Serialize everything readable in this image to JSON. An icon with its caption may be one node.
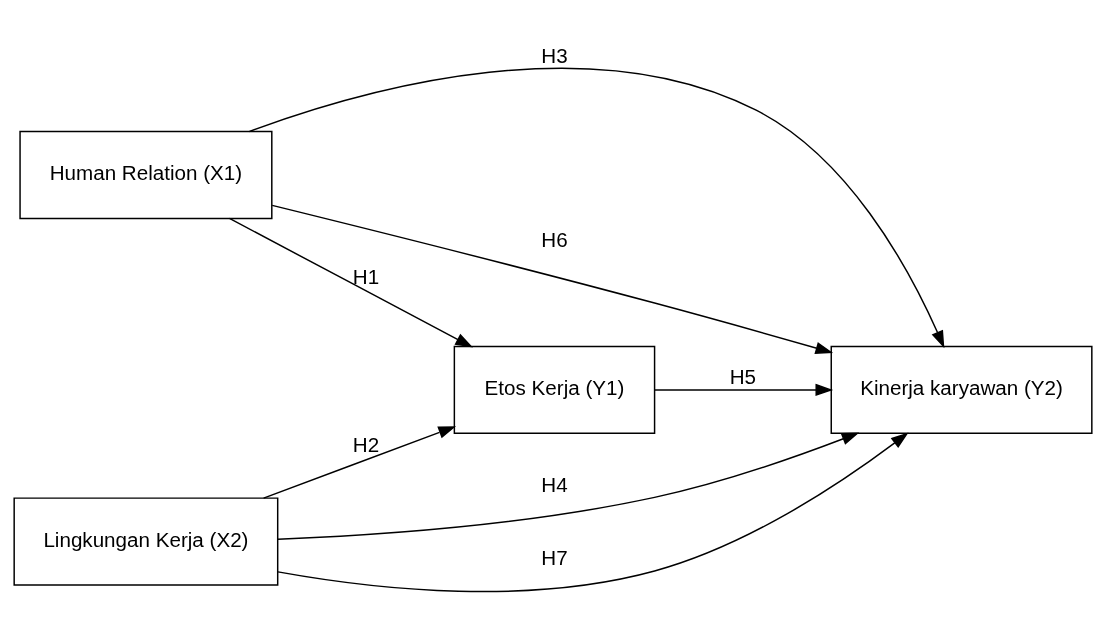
{
  "diagram": {
    "nodes": [
      {
        "text": [
          "Human Relation (X1)"
        ]
      },
      {
        "text": [
          "Lingkungan Kerja (X2)"
        ]
      },
      {
        "text": [
          "Kinerja karyawan (Y2)"
        ]
      },
      {
        "text": [
          "Etos Kerja (Y1)"
        ]
      }
    ],
    "edges": [
      {
        "from": 0,
        "to": 3,
        "arrow": "to",
        "label": "H1"
      },
      {
        "from": 0,
        "to": 2,
        "arrow": "to",
        "label": "H3"
      },
      {
        "from": 0,
        "to": 2,
        "arrow": "to",
        "label": "H6"
      },
      {
        "from": 1,
        "to": 2,
        "arrow": "to",
        "label": "H4"
      },
      {
        "from": 1,
        "to": 3,
        "arrow": "to",
        "label": "H2"
      },
      {
        "from": 1,
        "to": 2,
        "arrow": "to",
        "label": "H7"
      },
      {
        "from": 3,
        "to": 2,
        "arrow": "to",
        "label": "H5"
      }
    ]
  }
}
